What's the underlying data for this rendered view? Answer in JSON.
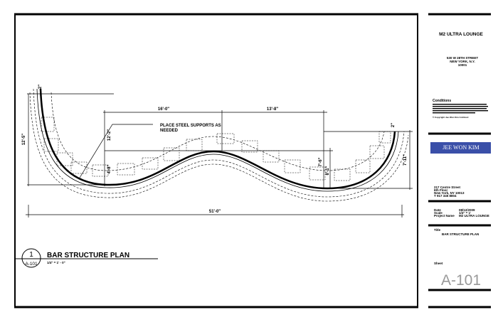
{
  "drawing": {
    "title": "BAR STRUCTURE PLAN",
    "detail_number": "1",
    "detail_sheet": "A-101",
    "scale_label": "1/4\" = 1' - 0\"",
    "note": [
      "PLACE STEEL SUPPORTS AS",
      "NEEDED"
    ],
    "dimensions": {
      "left_height": "12'-5\"",
      "top_left": "16'-0\"",
      "top_right": "13'-8\"",
      "overall": "51'-0\"",
      "right_height": "7'-11\"",
      "mid_left_upper": "12'-2\"",
      "mid_left_lower": "4'-8\"",
      "mid_right_a": "7'-6\"",
      "mid_right_b": "8'-1\"",
      "end_left": "2\"",
      "end_right": "2\""
    }
  },
  "title_block": {
    "project": "M2 ULTRA LOUNGE",
    "address": [
      "530 W 28TH STREET",
      "NEW YORK, N.Y.",
      "10001"
    ],
    "conditions_heading": "Conditions",
    "copyright": "© Copyright Jee Won Kim Architect",
    "firm_logo": "JEE WON KIM",
    "firm_address": [
      "217 Centre Street",
      "6th Floor",
      "New York, NY 10013",
      "T 917 345 8804"
    ],
    "date_label": "Date",
    "date_value": "08/12/2009",
    "scale_label": "Scale",
    "scale_value": "1/4\" = 1'",
    "project_name_label": "Project Name",
    "project_name_value": "M2 ULTRA LOUNGE",
    "title_label": "Title",
    "title_value": "BAR STRUCTURE PLAN",
    "sheet_label": "Sheet",
    "sheet_value": "A-101",
    "logo_color": "#3a4fa8"
  }
}
